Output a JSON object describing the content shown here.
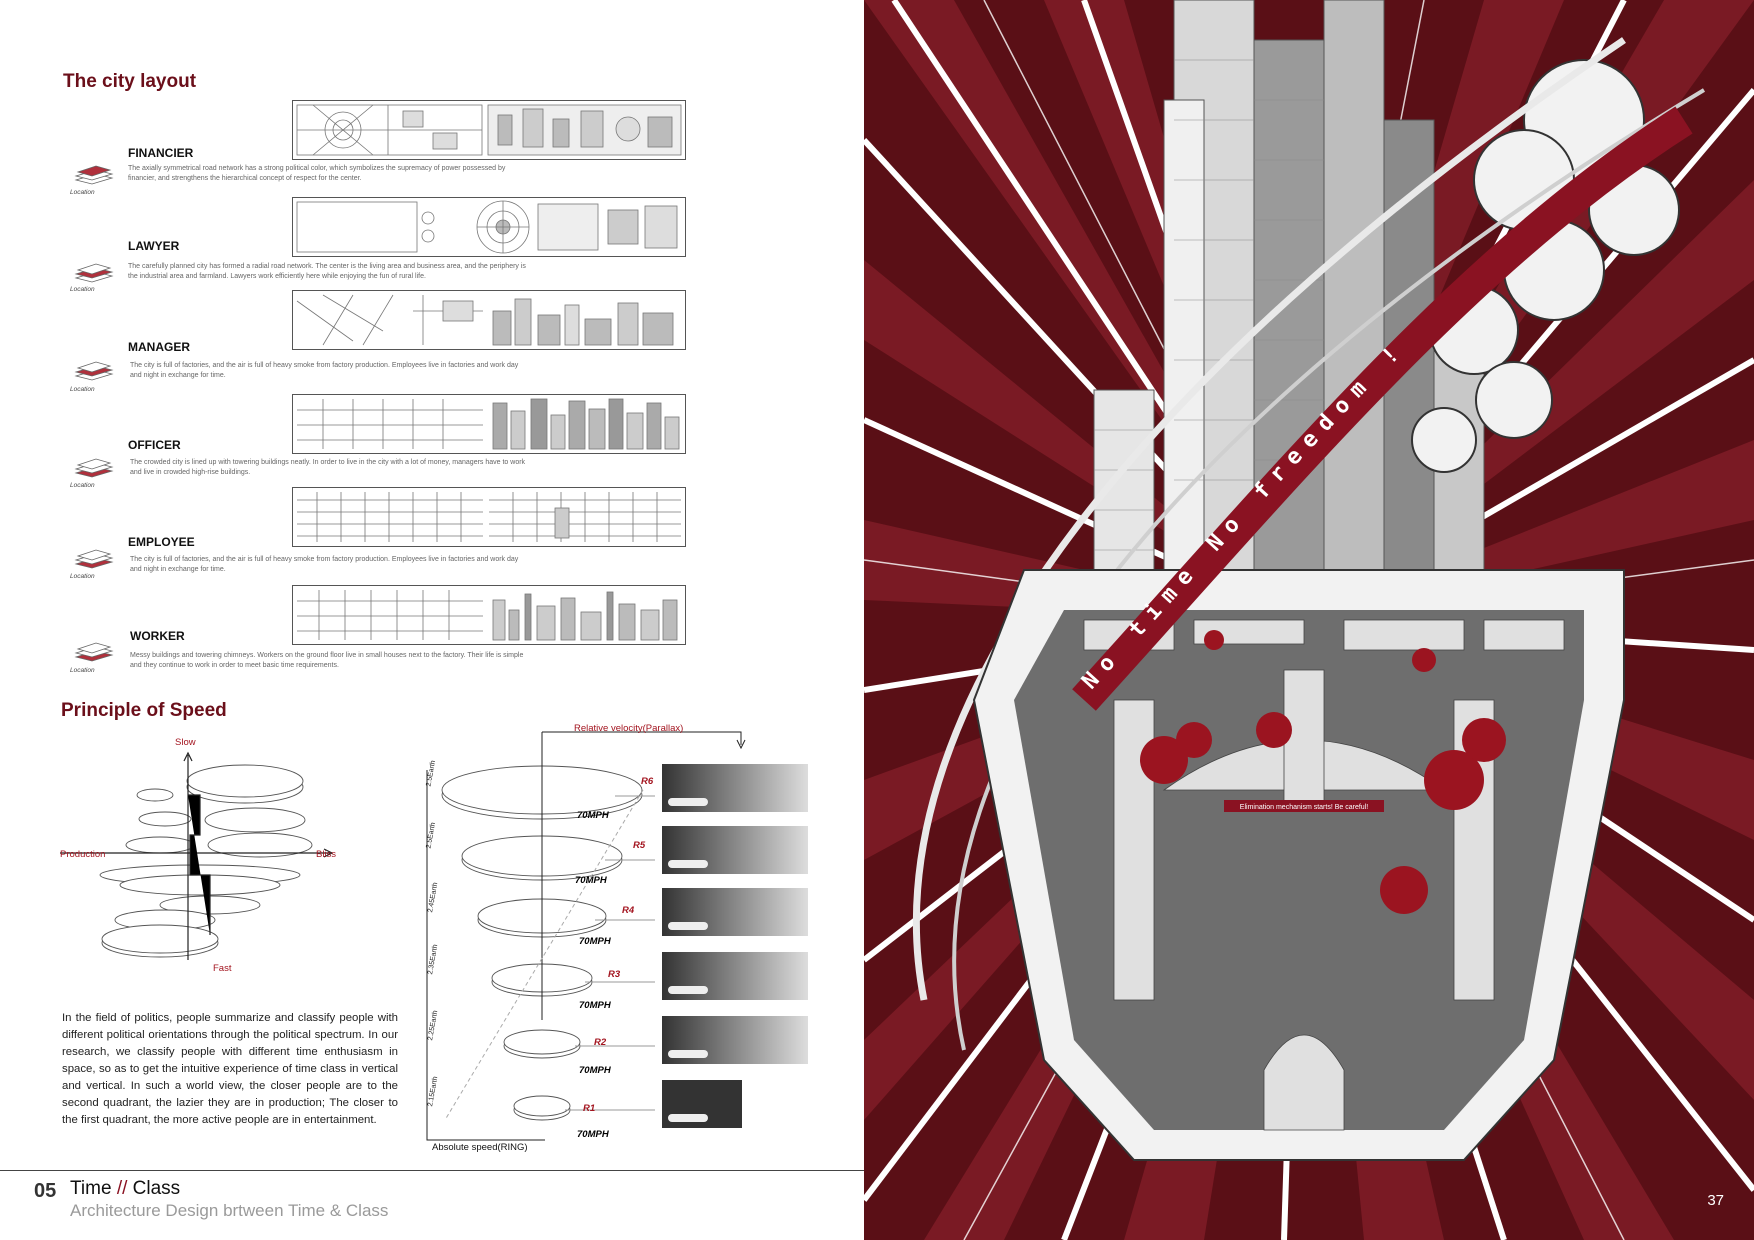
{
  "layout_section": {
    "title": "The city layout",
    "location_label": "Location",
    "classes": [
      {
        "name": "FINANCIER",
        "description": "The axially symmetrical road network has a strong political color, which symbolizes the supremacy of power possessed by financier, and strengthens the hierarchical concept of respect for the center."
      },
      {
        "name": "LAWYER",
        "description": "The carefully planned city has formed a radial road network. The center is the living area and business area, and the periphery is the industrial area and farmland. Lawyers work efficiently here while enjoying the fun of rural life."
      },
      {
        "name": "MANAGER",
        "description": "The city is full of factories, and the air is full of heavy smoke from factory production. Employees live in factories and work day and night in exchange for time."
      },
      {
        "name": "OFFICER",
        "description": "The crowded city is lined up with towering buildings neatly. In order to live in the city with a lot of money, managers have to work and live in crowded high-rise buildings."
      },
      {
        "name": "EMPLOYEE",
        "description": "The city is full of factories, and the air is full of heavy smoke from factory production. Employees live in factories and work day and night in exchange for time."
      },
      {
        "name": "WORKER",
        "description": "Messy buildings and towering chimneys. Workers on the ground floor live in small houses next to the factory. Their life is simple and they continue to work in order to meet basic time requirements."
      }
    ]
  },
  "speed_section": {
    "title": "Principle of Speed",
    "axis": {
      "top": "Slow",
      "bottom": "Fast",
      "left": "Production",
      "right": "Bliss"
    },
    "relative_label": "Relative velocity(Parallax)",
    "absolute_label": "Absolute speed(RING)",
    "rings": [
      {
        "label": "R6",
        "speed": "70MPH",
        "vertical": "2.5Earth"
      },
      {
        "label": "R5",
        "speed": "70MPH",
        "vertical": "2.5Earth"
      },
      {
        "label": "R4",
        "speed": "70MPH",
        "vertical": "2.45Earth"
      },
      {
        "label": "R3",
        "speed": "70MPH",
        "vertical": "2.35Earth"
      },
      {
        "label": "R2",
        "speed": "70MPH",
        "vertical": "2.25Earth"
      },
      {
        "label": "R1",
        "speed": "70MPH",
        "vertical": "2.15Earth"
      }
    ],
    "paragraph": "In the field of politics, people summarize and classify people with different political orientations through the political spectrum. In our research, we classify people with different time enthusiasm in space, so as to get the intuitive experience of time class in vertical and vertical. In such a world view, the closer people are to the second quadrant, the lazier they are in production; The closer to the first quadrant, the more active people are in entertainment."
  },
  "footer": {
    "number": "05",
    "title_a": "Time",
    "slashes": "//",
    "title_b": "Class",
    "subtitle": "Architecture Design brtween Time & Class",
    "page": "37"
  },
  "poster": {
    "banner_text": "No time No freedom !",
    "sign_text": "Elimination mechanism starts! Be careful!",
    "colors": {
      "burgundy": "#5a0f16",
      "red": "#8a1222",
      "white": "#ffffff"
    }
  }
}
